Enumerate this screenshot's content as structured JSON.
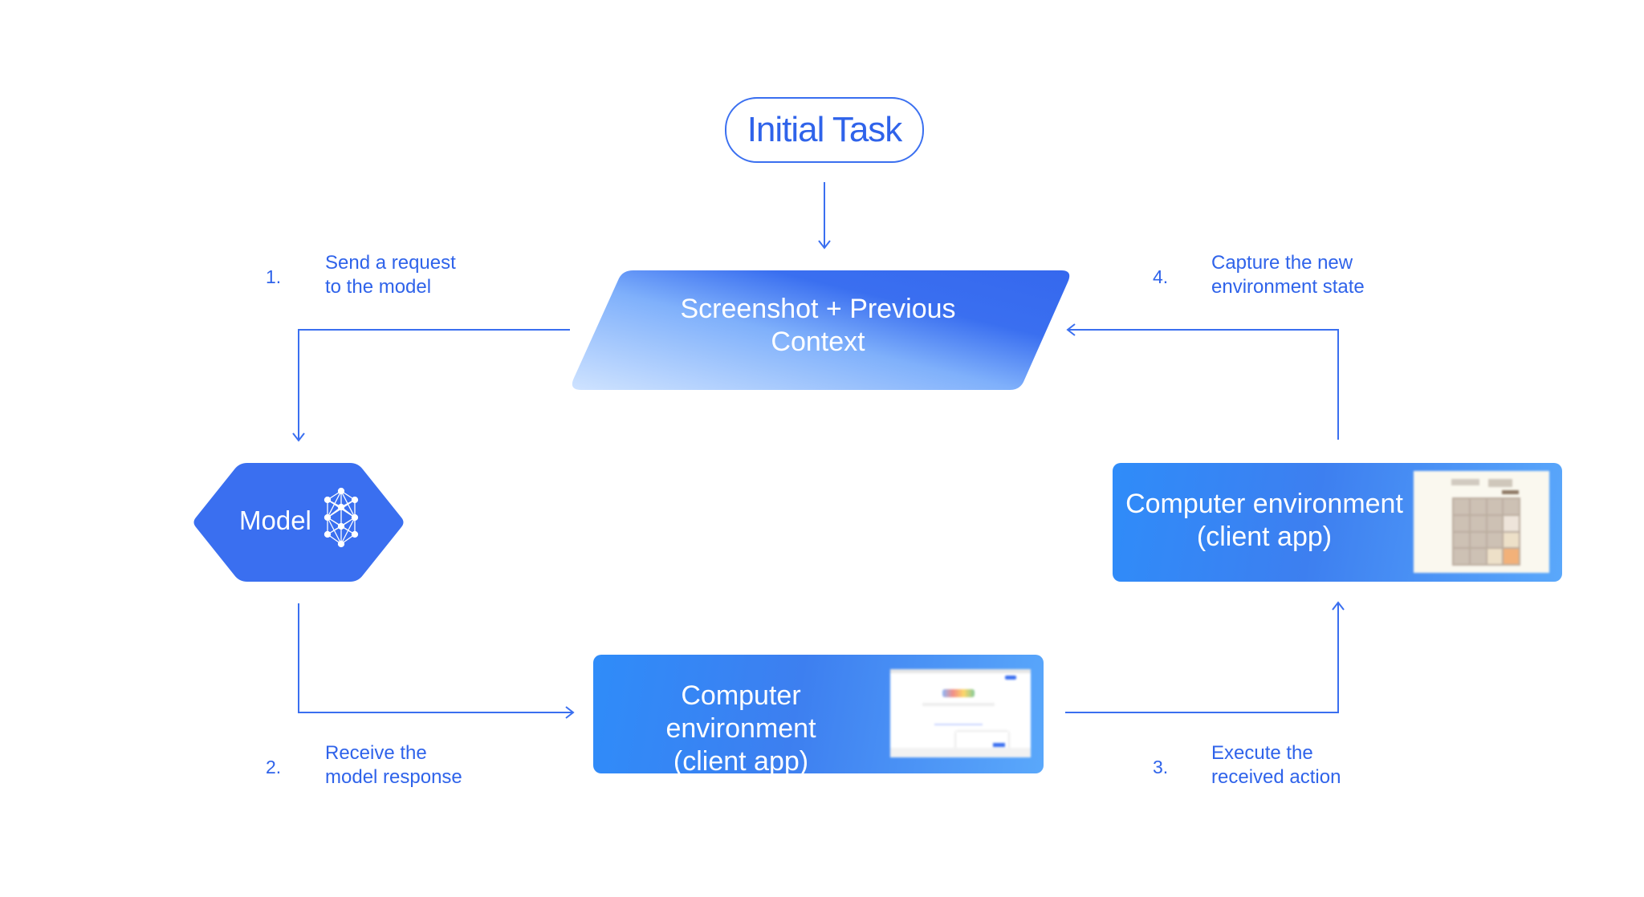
{
  "nodes": {
    "initial_task": "Initial Task",
    "context": {
      "line1": "Screenshot + Previous",
      "line2": "Context"
    },
    "model": "Model",
    "env_bottom": {
      "line1": "Computer environment",
      "line2": "(client app)"
    },
    "env_right": {
      "line1": "Computer environment",
      "line2": "(client app)"
    }
  },
  "steps": [
    {
      "number": "1.",
      "line1": "Send a request",
      "line2": "to the model"
    },
    {
      "number": "2.",
      "line1": "Receive the",
      "line2": "model response"
    },
    {
      "number": "3.",
      "line1": "Execute the",
      "line2": "received action"
    },
    {
      "number": "4.",
      "line1": "Capture the new",
      "line2": "environment state"
    }
  ],
  "thumbnails": {
    "bottom_logo": "Google",
    "right_logo": "2048.org"
  },
  "colors": {
    "accent": "#3a6ff0",
    "text": "#2f63ea",
    "box_gradient_start": "#2f8cf9",
    "box_gradient_end": "#5aa8fb"
  },
  "icons": {
    "model": "neural-network-icon"
  }
}
